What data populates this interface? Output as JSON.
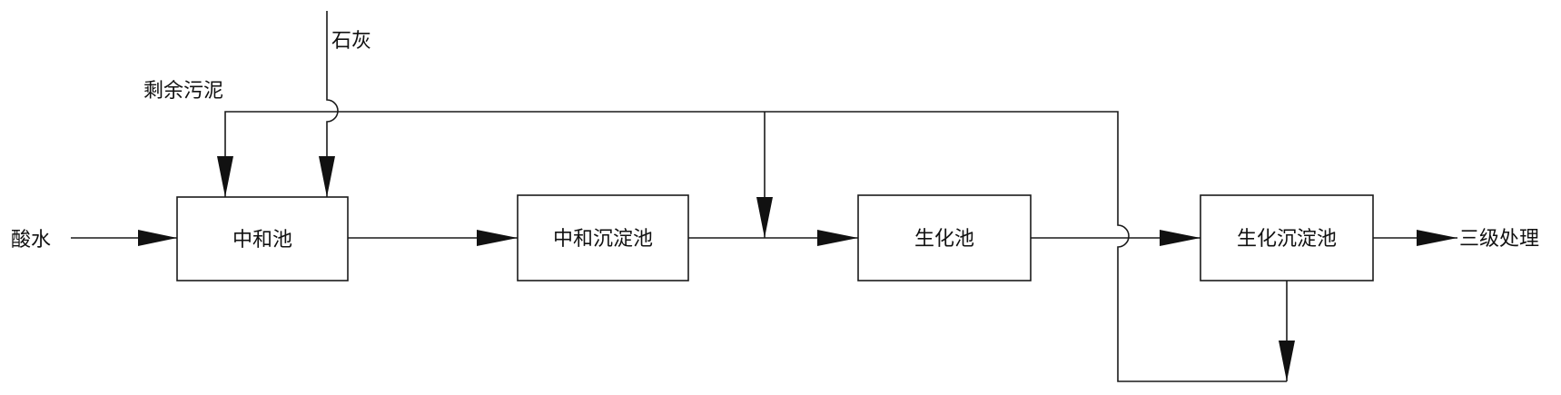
{
  "nodes": {
    "neutralization_tank": "中和池",
    "neutralization_settling_tank": "中和沉淀池",
    "biochemical_tank": "生化池",
    "biochemical_settling_tank": "生化沉淀池"
  },
  "labels": {
    "acid_water": "酸水",
    "lime": "石灰",
    "excess_sludge": "剩余污泥",
    "tertiary_treatment": "三级处理"
  },
  "colors": {
    "line": "#1a1a1a",
    "background": "#ffffff"
  }
}
